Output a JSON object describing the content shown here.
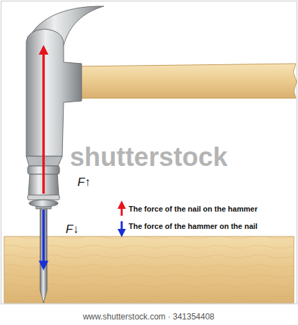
{
  "diagram": {
    "labels": [
      "F↑",
      "F↓",
      "shutterstock",
      "www.shutterstock.com · 341354408"
    ],
    "legend": [
      {
        "text": "The force of the nail on the hammer"
      },
      {
        "text": "The force of the hammer on the nail"
      }
    ]
  }
}
